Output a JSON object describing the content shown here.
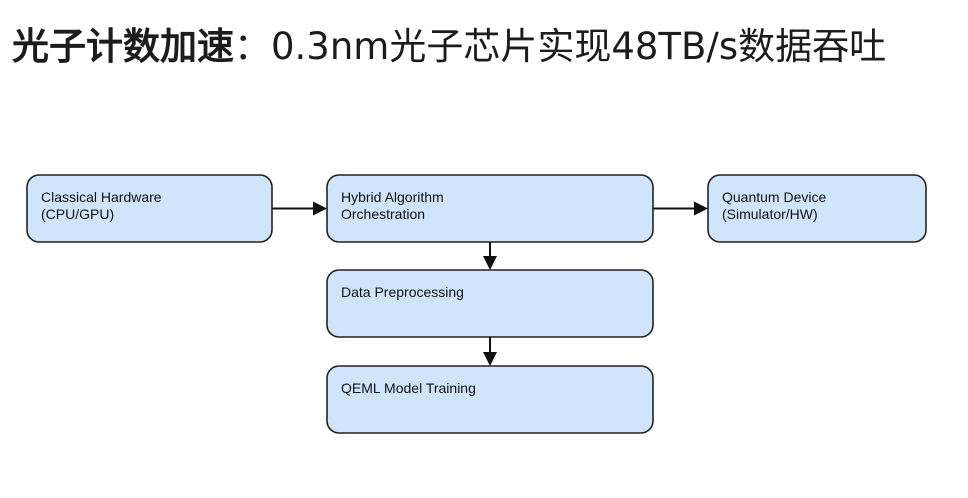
{
  "heading": {
    "bold": "光子计数加速",
    "separator": "：",
    "rest": "0.3nm光子芯片实现48TB/s数据吞吐"
  },
  "diagram": {
    "nodes": [
      {
        "id": "classical",
        "lines": [
          "Classical Hardware",
          "(CPU/GPU)"
        ]
      },
      {
        "id": "hybrid",
        "lines": [
          "Hybrid Algorithm",
          "Orchestration"
        ]
      },
      {
        "id": "quantum",
        "lines": [
          "Quantum Device",
          "(Simulator/HW)"
        ]
      },
      {
        "id": "preprocess",
        "lines": [
          "Data Preprocessing"
        ]
      },
      {
        "id": "training",
        "lines": [
          "QEML Model Training"
        ]
      }
    ],
    "edges": [
      {
        "from": "classical",
        "to": "hybrid"
      },
      {
        "from": "hybrid",
        "to": "quantum"
      },
      {
        "from": "hybrid",
        "to": "preprocess"
      },
      {
        "from": "preprocess",
        "to": "training"
      }
    ],
    "colors": {
      "fill": "#cfe5fb",
      "stroke": "#222222",
      "edge": "#111111"
    }
  }
}
